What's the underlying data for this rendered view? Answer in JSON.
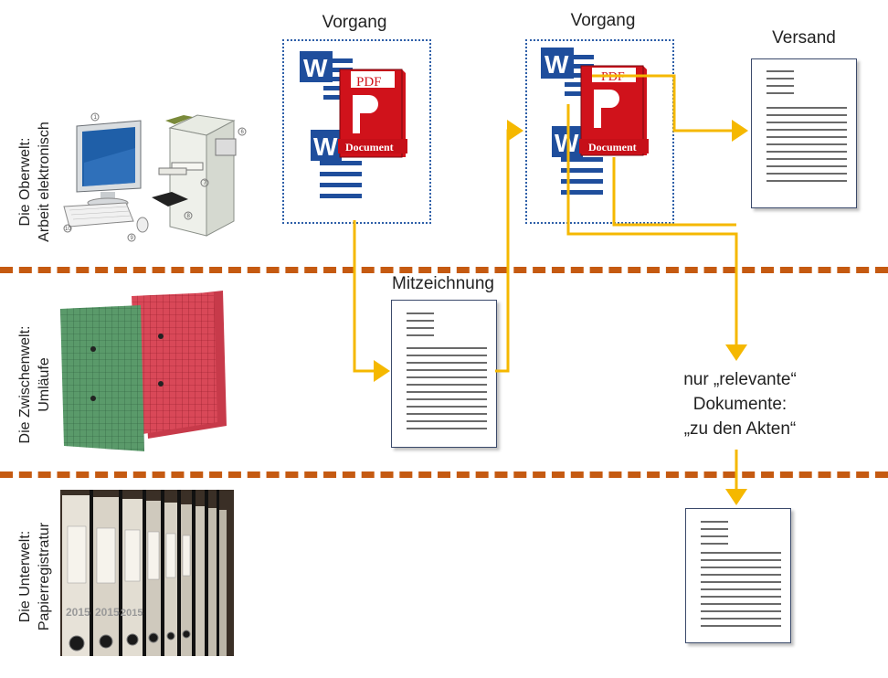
{
  "rows": {
    "top": {
      "line1": "Die Oberwelt:",
      "line2": "Arbeit elektronisch"
    },
    "middle": {
      "line1": "Die Zwischenwelt:",
      "line2": "Umläufe"
    },
    "bottom": {
      "line1": "Die Unterwelt:",
      "line2": "Papierregistratur"
    }
  },
  "nodes": {
    "vorgang1": "Vorgang",
    "vorgang2": "Vorgang",
    "versand": "Versand",
    "mitzeichnung": "Mitzeichnung",
    "relevant": {
      "line1": "nur „relevante“",
      "line2": "Dokumente:",
      "line3": "„zu den Akten“"
    }
  },
  "icons": {
    "pdf_text": "PDF",
    "pdf_caption": "Document",
    "word_letter": "W",
    "binder_year": "2015"
  },
  "colors": {
    "divider": "#c55a11",
    "arrow": "#f5b800",
    "dotted_border": "#2e5fa8",
    "pdf_red": "#d0121b",
    "word_blue": "#1f4e9c"
  }
}
